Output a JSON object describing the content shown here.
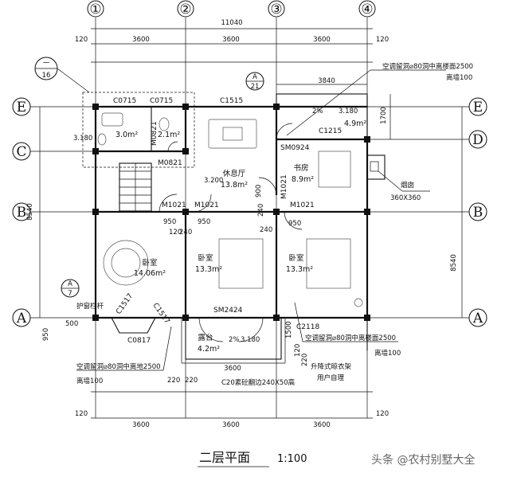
{
  "axes": {
    "top": [
      "①",
      "②",
      "③",
      "④"
    ],
    "left": [
      "E",
      "C",
      "B",
      "A"
    ],
    "right": [
      "E",
      "D",
      "B",
      "A"
    ]
  },
  "dimensions": {
    "total_width": "11040",
    "top_segments": [
      "3600",
      "3600",
      "3600"
    ],
    "bottom_segments": [
      "3600",
      "3600",
      "3600"
    ],
    "top_side_small": [
      "120",
      "120"
    ],
    "bottom_side_small": [
      "120",
      "120"
    ],
    "right_extra_top": "3840",
    "left_depth": "8540",
    "right_depth": "8540",
    "right_1700": "1700",
    "misc": [
      "950",
      "950",
      "120",
      "240",
      "240",
      "950",
      "240",
      "500",
      "120",
      "120",
      "220",
      "220",
      "220",
      "1500",
      "120",
      "3600",
      "900",
      "240"
    ]
  },
  "rooms": {
    "bath1": {
      "area": "3.0m²"
    },
    "bath2": {
      "area": "2.1m²"
    },
    "lounge": {
      "name": "休息厅",
      "area": "13.8m²"
    },
    "study": {
      "name": "书房",
      "area": "8.9m²"
    },
    "balcony_top": {
      "area": "4.9m²"
    },
    "bed_left": {
      "name": "卧室",
      "area": "14.06m²"
    },
    "bed_mid": {
      "name": "卧室",
      "area": "13.3m²"
    },
    "bed_right": {
      "name": "卧室",
      "area": "13.3m²"
    },
    "terrace": {
      "name": "露台",
      "area": "4.2m²"
    }
  },
  "codes": {
    "c0715a": "C0715",
    "c0715b": "C0715",
    "c1515": "C1515",
    "c1215": "C1215",
    "sm0924": "SM0924",
    "m0821a": "M0821",
    "m0821b": "M0821",
    "m1021a": "M1021",
    "m1021b": "M1021",
    "m1021c": "M1021",
    "m1021d": "M1021",
    "c0817": "C0817",
    "c1517a": "C1517",
    "c1517b": "C1517",
    "sm2424": "SM2424",
    "c2118": "C2118"
  },
  "levels": {
    "l1": "3.180",
    "l2": "3.180",
    "l3": "3.200",
    "l4": "3.180",
    "slope1": "2%",
    "slope2": "2%"
  },
  "notes": {
    "ac_top": "空调留洞⌀80洞中离楼面2500",
    "ac_top2": "离墙100",
    "ac_right": "空调留洞⌀80洞中离楼面2500",
    "ac_right2": "离墙100",
    "ac_left": "空调留洞⌀80洞中离地2500",
    "ac_left2": "离墙100",
    "chimney": "烟囱",
    "chimney_size": "360X360",
    "railing": "护窗栏杆",
    "c20": "C20素砼翻边240X50高",
    "clothes_rack": "升降式晾衣架",
    "clothes_rack2": "用户自理",
    "detail_a_top": "A",
    "detail_a_bot": "21",
    "detail_1_top": "一",
    "detail_1_bot": "16",
    "detail_b_top": "A",
    "detail_b_bot": "7"
  },
  "title": {
    "text": "二层平面",
    "scale": "1:100"
  },
  "watermark": "头条 @农村别墅大全"
}
